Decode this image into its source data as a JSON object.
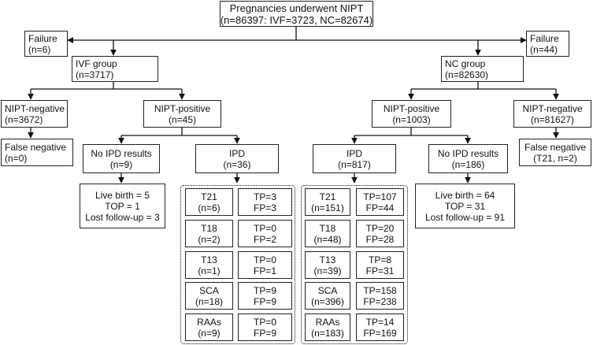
{
  "root": {
    "line1": "Pregnancies underwent NIPT",
    "line2": "(n=86397: IVF=3723, NC=82674)"
  },
  "failure_left": {
    "line1": "Failure",
    "line2": "(n=6)"
  },
  "failure_right": {
    "line1": "Failure",
    "line2": "(n=44)"
  },
  "ivf": {
    "group": {
      "line1": "IVF group",
      "line2": "(n=3717)"
    },
    "negative": {
      "line1": "NIPT-negative",
      "line2": "(n=3672)"
    },
    "positive": {
      "line1": "NIPT-positive",
      "line2": "(n=45)"
    },
    "false_negative": {
      "line1": "False negative",
      "line2": "(n=0)"
    },
    "no_ipd": {
      "line1": "No IPD results",
      "line2": "(n=9)"
    },
    "ipd": {
      "line1": "IPD",
      "line2": "(n=36)"
    },
    "outcomes": {
      "line1": "Live birth = 5",
      "line2": "TOP = 1",
      "line3": "Lost follow-up = 3"
    },
    "rows": [
      {
        "name": "T21",
        "n": "(n=6)",
        "tp": "TP=3",
        "fp": "FP=3"
      },
      {
        "name": "T18",
        "n": "(n=2)",
        "tp": "TP=0",
        "fp": "FP=2"
      },
      {
        "name": "T13",
        "n": "(n=1)",
        "tp": "TP=0",
        "fp": "FP=1"
      },
      {
        "name": "SCA",
        "n": "(n=18)",
        "tp": "TP=9",
        "fp": "FP=9"
      },
      {
        "name": "RAAs",
        "n": "(n=9)",
        "tp": "TP=0",
        "fp": "FP=9"
      }
    ]
  },
  "nc": {
    "group": {
      "line1": "NC group",
      "line2": "(n=82630)"
    },
    "positive": {
      "line1": "NIPT-positive",
      "line2": "(n=1003)"
    },
    "negative": {
      "line1": "NIPT-negative",
      "line2": "(n=81627)"
    },
    "false_negative": {
      "line1": "False negative",
      "line2": "(T21, n=2)"
    },
    "ipd": {
      "line1": "IPD",
      "line2": "(n=817)"
    },
    "no_ipd": {
      "line1": "No IPD results",
      "line2": "(n=186)"
    },
    "outcomes": {
      "line1": "Live birth = 64",
      "line2": "TOP = 31",
      "line3": "Lost follow-up = 91"
    },
    "rows": [
      {
        "name": "T21",
        "n": "(n=151)",
        "tp": "TP=107",
        "fp": "FP=44"
      },
      {
        "name": "T18",
        "n": "(n=48)",
        "tp": "TP=20",
        "fp": "FP=28"
      },
      {
        "name": "T13",
        "n": "(n=39)",
        "tp": "TP=8",
        "fp": "FP=31"
      },
      {
        "name": "SCA",
        "n": "(n=396)",
        "tp": "TP=158",
        "fp": "FP=238"
      },
      {
        "name": "RAAs",
        "n": "(n=183)",
        "tp": "TP=14",
        "fp": "FP=169"
      }
    ]
  }
}
